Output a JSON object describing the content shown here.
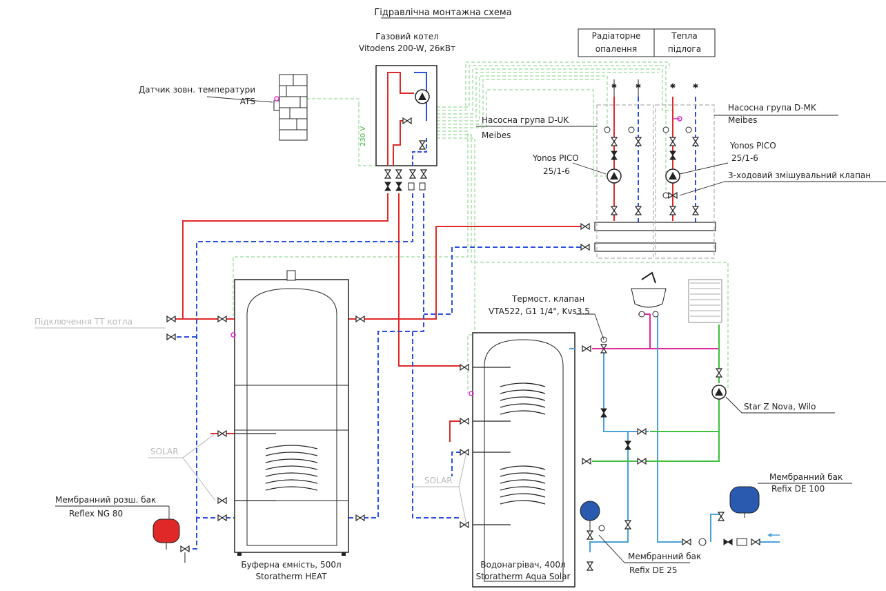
{
  "title": "Гідравлічна монтажна схема",
  "boiler": {
    "line1": "Газовий котел",
    "line2": "Vitodens 200-W, 26кВт"
  },
  "sensor": {
    "line1": "Датчик зовн. температури",
    "line2": "ATS"
  },
  "voltage": "230 V",
  "table": {
    "col1_l1": "Радіаторне",
    "col1_l2": "опалення",
    "col2_l1": "Тепла",
    "col2_l2": "підлога"
  },
  "pump_group_uk": {
    "line1": "Насосна група D-UK",
    "line2": "Meibes"
  },
  "pump_group_mk": {
    "line1": "Насосна група D-MK",
    "line2": "Meibes"
  },
  "pump_left": {
    "line1": "Yonos PICO",
    "line2": "25/1-6"
  },
  "pump_right": {
    "line1": "Yonos PICO",
    "line2": "25/1-6"
  },
  "mixing_valve": "3-ходовий змішувальний клапан",
  "tt_connection": "Підключення ТТ котла",
  "solar_left": "SOLAR",
  "solar_right": "SOLAR",
  "thermo_valve": {
    "line1": "Термост. клапан",
    "line2": "VTA522, G1 1/4\", Kvs3.5"
  },
  "circ_pump": "Star Z Nova, Wilo",
  "exp_tank_heat": {
    "line1": "Мембранний розш. бак",
    "line2": "Reflex NG 80"
  },
  "buffer": {
    "line1": "Буферна ємність, 500л",
    "line2": "Storatherm HEAT"
  },
  "water_heater": {
    "line1": "Водонагрівач, 400л",
    "line2": "Storatherm Aqua Solar"
  },
  "exp_tank_dhw_25": {
    "line1": "Мембранний бак",
    "line2": "Refix DE 25"
  },
  "exp_tank_dhw_100": {
    "line1": "Мембранний бак",
    "line2": "Refix DE 100"
  },
  "colors": {
    "supply": "#e02828",
    "return": "#2a4fe0",
    "cold_water": "#4aa0d8",
    "hot_water": "#e0289a",
    "circulation": "#3cc03c",
    "control": "#7fd07f"
  }
}
